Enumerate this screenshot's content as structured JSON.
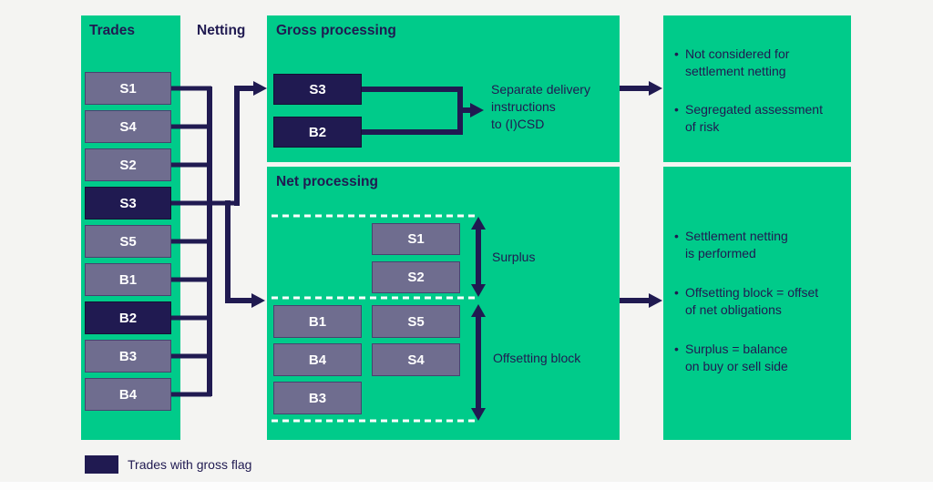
{
  "colors": {
    "green": "#00CB8A",
    "navy": "#201A51",
    "gray": "#6F6D8F",
    "bg": "#F4F4F2"
  },
  "trades_panel": {
    "title": "Trades",
    "items": [
      {
        "label": "S1",
        "gross_flag": false
      },
      {
        "label": "S4",
        "gross_flag": false
      },
      {
        "label": "S2",
        "gross_flag": false
      },
      {
        "label": "S3",
        "gross_flag": true
      },
      {
        "label": "S5",
        "gross_flag": false
      },
      {
        "label": "B1",
        "gross_flag": false
      },
      {
        "label": "B2",
        "gross_flag": true
      },
      {
        "label": "B3",
        "gross_flag": false
      },
      {
        "label": "B4",
        "gross_flag": false
      }
    ]
  },
  "netting_label": "Netting",
  "gross_panel": {
    "title": "Gross processing",
    "boxes": [
      {
        "label": "S3"
      },
      {
        "label": "B2"
      }
    ],
    "note": "Separate delivery\ninstructions\nto (I)CSD"
  },
  "net_panel": {
    "title": "Net processing",
    "surplus_boxes": [
      {
        "label": "S1"
      },
      {
        "label": "S2"
      }
    ],
    "offsetting_left_boxes": [
      {
        "label": "B1"
      },
      {
        "label": "B4"
      },
      {
        "label": "B3"
      }
    ],
    "offsetting_right_boxes": [
      {
        "label": "S5"
      },
      {
        "label": "S4"
      }
    ],
    "surplus_label": "Surplus",
    "offsetting_label": "Offsetting block"
  },
  "gross_result_panel": {
    "bullets": [
      "Not considered for\nsettlement netting",
      "Segregated assessment\nof risk"
    ]
  },
  "net_result_panel": {
    "bullets": [
      "Settlement netting\nis performed",
      "Offsetting block = offset\nof net obligations",
      "Surplus = balance\non buy or sell side"
    ]
  },
  "legend": {
    "label": "Trades with gross flag"
  }
}
